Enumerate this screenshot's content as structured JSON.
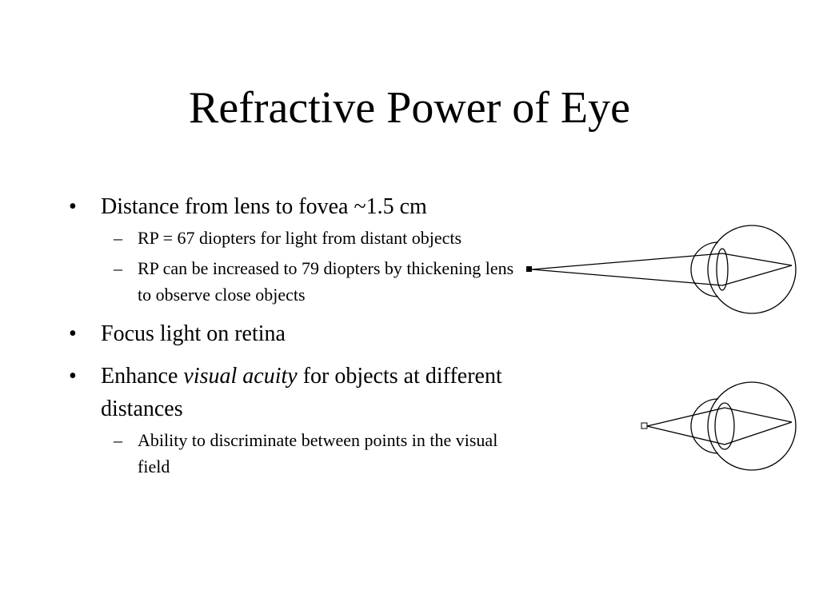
{
  "slide": {
    "title": "Refractive Power of Eye",
    "bullets": [
      {
        "marker": "•",
        "text": "Distance from lens to fovea ~1.5 cm",
        "sub_items": [
          {
            "marker": "–",
            "text": "RP = 67 diopters for light from distant objects"
          },
          {
            "marker": "–",
            "text": "RP can be increased to 79 diopters by thickening lens to observe close objects"
          }
        ]
      },
      {
        "marker": "•",
        "text": "Focus light on retina"
      },
      {
        "marker": "•",
        "text_before": "Enhance ",
        "text_emphasis": "visual acuity",
        "text_after": " for objects at different distances",
        "sub_items": [
          {
            "marker": "–",
            "text": "Ability to discriminate between points in the visual field"
          }
        ]
      }
    ]
  },
  "diagram": {
    "stroke_color": "#000000",
    "background_color": "#ffffff"
  }
}
